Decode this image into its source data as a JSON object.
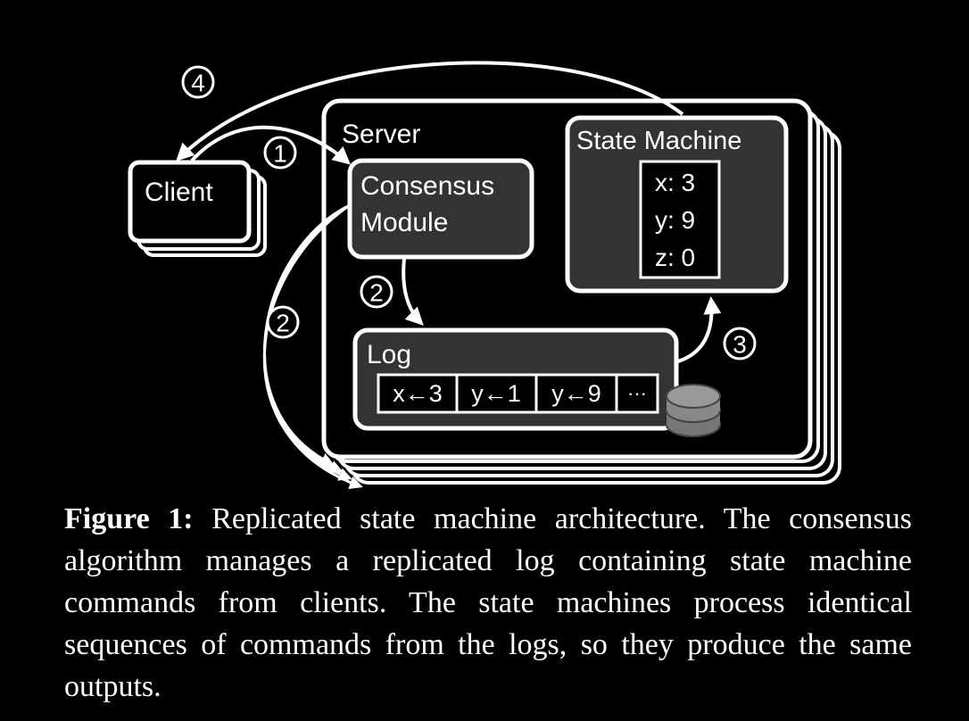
{
  "diagram": {
    "server_label": "Server",
    "client_label": "Client",
    "consensus_label_line1": "Consensus",
    "consensus_label_line2": "Module",
    "state_machine_label": "State Machine",
    "state_values": [
      "x: 3",
      "y: 9",
      "z: 0"
    ],
    "log_label": "Log",
    "log_entries": [
      "x←3",
      "y←1",
      "y←9",
      "···"
    ],
    "step_markers": [
      "1",
      "2",
      "2",
      "3",
      "4"
    ]
  },
  "caption": {
    "label": "Figure 1:",
    "text": "Replicated state machine architecture. The consensus algorithm manages a replicated log containing state machine commands from clients. The state machines process identical sequences of commands from the logs, so they produce the same outputs."
  }
}
